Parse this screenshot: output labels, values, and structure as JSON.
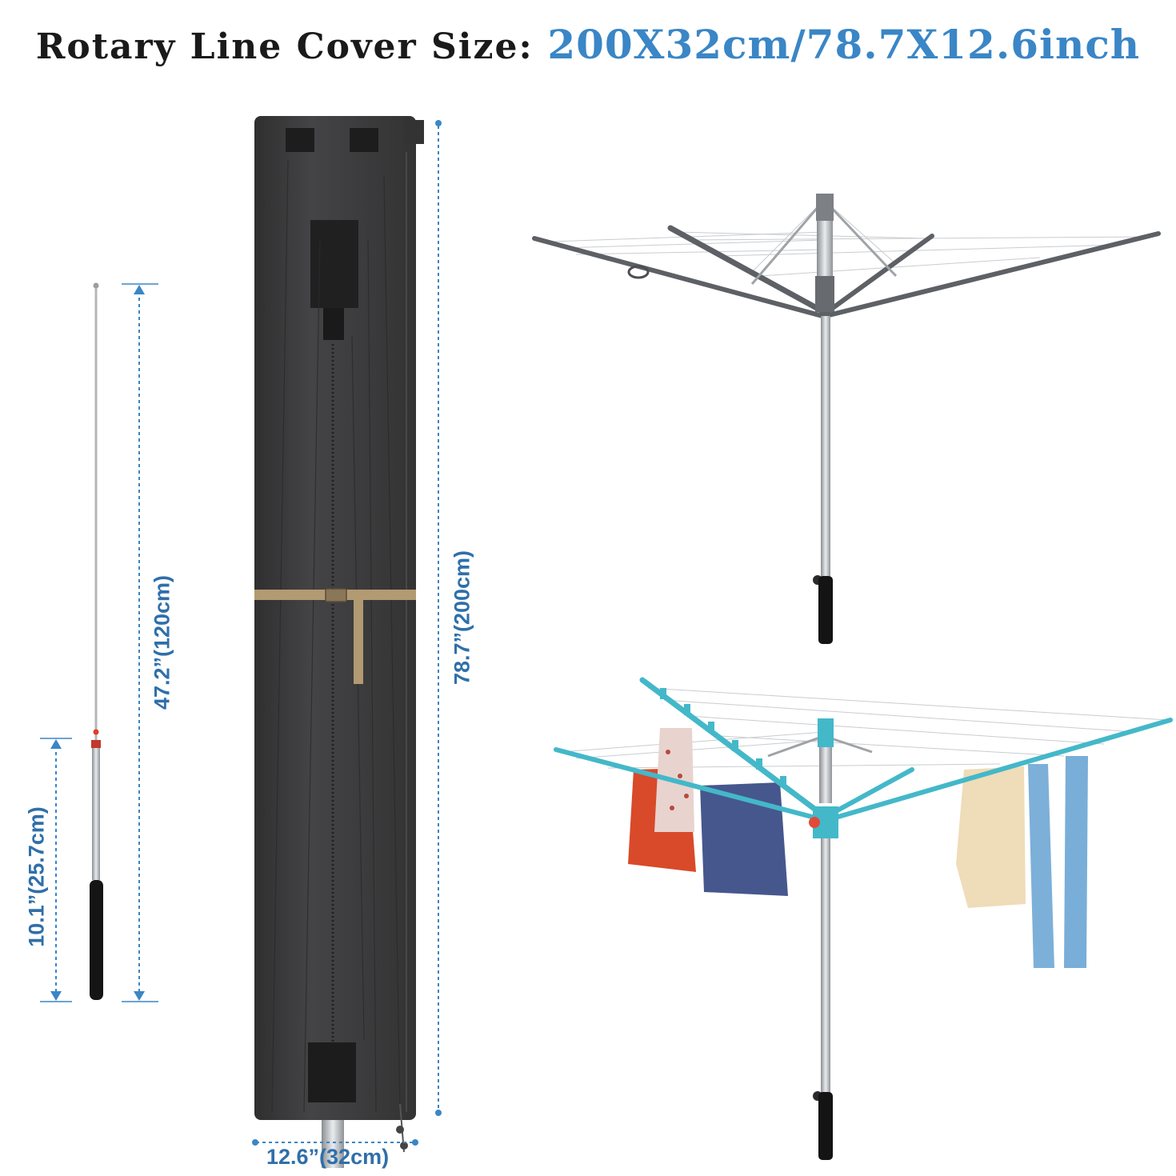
{
  "title": {
    "label": "Rotary Line Cover Size:",
    "value": "200X32cm/78.7X12.6inch"
  },
  "dimensions": {
    "cover_height": "78.7”(200cm)",
    "cover_width": "12.6”(32cm)",
    "pole_extended": "47.2”(120cm)",
    "pole_retracted": "10.1”(25.7cm)"
  },
  "colors": {
    "accent": "#3a86c6",
    "title_text": "#1a1a1a",
    "cover": "#3b3b3c",
    "strap": "#b29a72",
    "dryer_frame_gray": "#6b6e72",
    "dryer_frame_teal": "#43b8c9"
  },
  "icons": [
    "telescopic-pole-icon",
    "cover-bag-icon",
    "rotary-dryer-icon",
    "rotary-dryer-with-clothes-icon"
  ]
}
